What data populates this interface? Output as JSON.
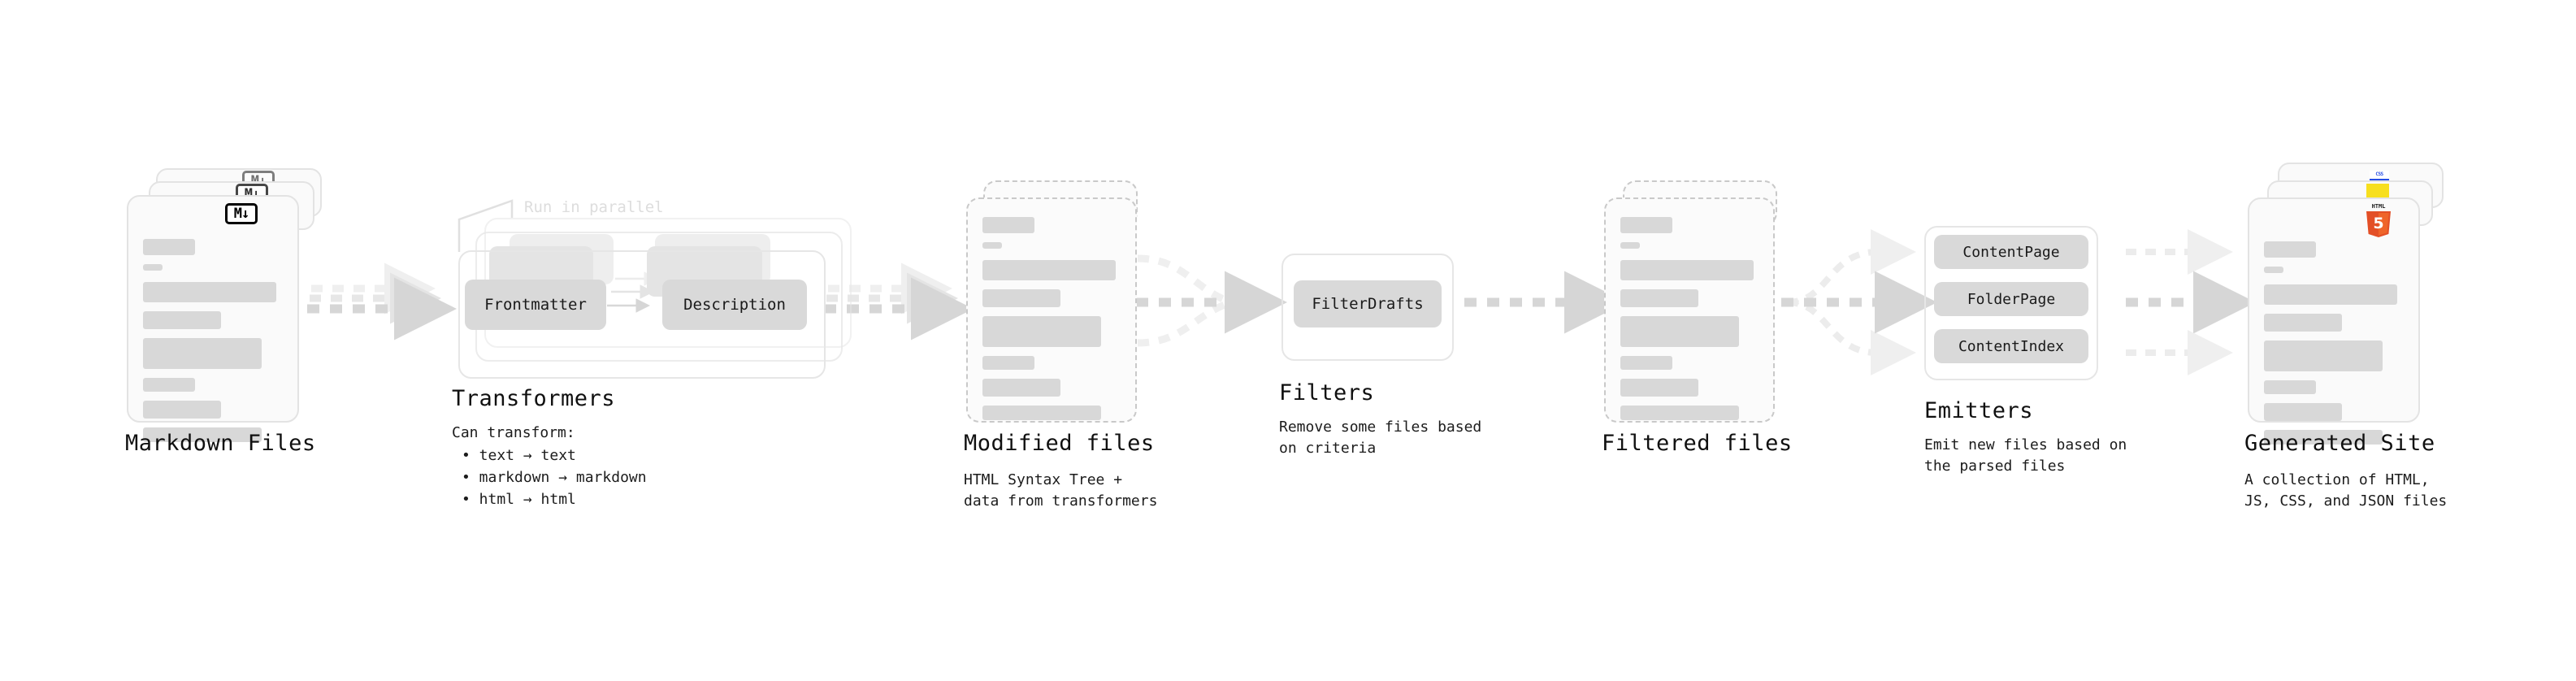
{
  "diagram": {
    "type": "pipeline-flow",
    "background": "#ffffff",
    "accent_colors": {
      "card_fill": "#fafafa",
      "card_border": "#e3e3e3",
      "dashed_border": "#c9c9c9",
      "skeleton_bar": "#d8d8d8",
      "pill_fill": "#d9d9d9",
      "arrow": "#d6d6d6",
      "arrow_faded": "#ededed",
      "note_text": "#dddddd",
      "html5_orange": "#e34f26",
      "js_yellow": "#f7df1e",
      "css_blue": "#264de4"
    }
  },
  "stages": [
    {
      "id": "markdown-files",
      "title": "Markdown Files",
      "caption": "",
      "badge": "M↓",
      "badge_icon": "markdown-icon",
      "stack_count": 3,
      "card_style": "solid"
    },
    {
      "id": "transformers",
      "title": "Transformers",
      "caption": "Can transform:",
      "note": "Run in parallel",
      "bullets": [
        "• text → text",
        "• markdown → markdown",
        "• html → html"
      ],
      "stack_count": 3,
      "pills": [
        "Frontmatter",
        "Description"
      ],
      "card_style": "group"
    },
    {
      "id": "modified-files",
      "title": "Modified files",
      "caption": "HTML Syntax Tree +\ndata from transformers",
      "stack_count": 2,
      "card_style": "dashed"
    },
    {
      "id": "filters",
      "title": "Filters",
      "caption": "Remove some files based\non criteria",
      "pills": [
        "FilterDrafts"
      ],
      "card_style": "group"
    },
    {
      "id": "filtered-files",
      "title": "Filtered files",
      "caption": "",
      "stack_count": 2,
      "card_style": "dashed"
    },
    {
      "id": "emitters",
      "title": "Emitters",
      "caption": "Emit new files based on\nthe parsed files",
      "pills": [
        "ContentPage",
        "FolderPage",
        "ContentIndex"
      ],
      "card_style": "group"
    },
    {
      "id": "generated-site",
      "title": "Generated Site",
      "caption": "A collection of HTML,\nJS, CSS, and JSON files",
      "badges": [
        "HTML5",
        "JS",
        "CSS"
      ],
      "badge_text": "HTML",
      "badge_number": "5",
      "css_label": "CSS",
      "stack_count": 3,
      "card_style": "solid"
    }
  ],
  "connections": [
    {
      "from": "markdown-files",
      "to": "transformers",
      "style": "dashed-multi"
    },
    {
      "from": "transformers",
      "to": "modified-files",
      "style": "dashed-multi"
    },
    {
      "from": "modified-files",
      "to": "filters",
      "style": "dashed-merge"
    },
    {
      "from": "filters",
      "to": "filtered-files",
      "style": "dashed-single"
    },
    {
      "from": "filtered-files",
      "to": "emitters",
      "style": "dashed-fanout"
    },
    {
      "from": "emitters",
      "to": "generated-site",
      "style": "dashed-triple"
    }
  ]
}
